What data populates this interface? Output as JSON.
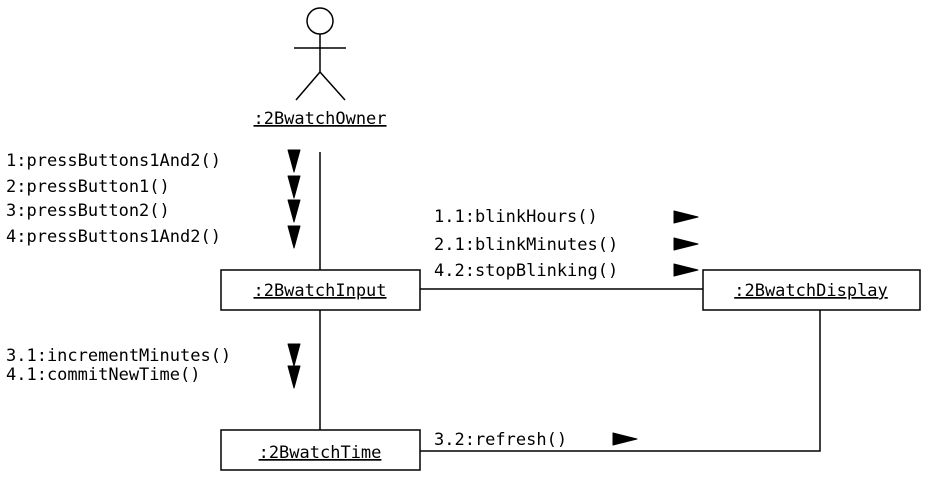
{
  "actor": {
    "name": ":2BwatchOwner"
  },
  "objects": {
    "input": ":2BwatchInput",
    "display": ":2BwatchDisplay",
    "time": ":2BwatchTime"
  },
  "messages": {
    "owner_to_input": [
      "1:pressButtons1And2()",
      "2:pressButton1()",
      "3:pressButton2()",
      "4:pressButtons1And2()"
    ],
    "input_to_display": [
      "1.1:blinkHours()",
      "2.1:blinkMinutes()",
      "4.2:stopBlinking()"
    ],
    "input_to_time": [
      "3.1:incrementMinutes()",
      "4.1:commitNewTime()"
    ],
    "time_to_display": [
      "3.2:refresh()"
    ]
  }
}
